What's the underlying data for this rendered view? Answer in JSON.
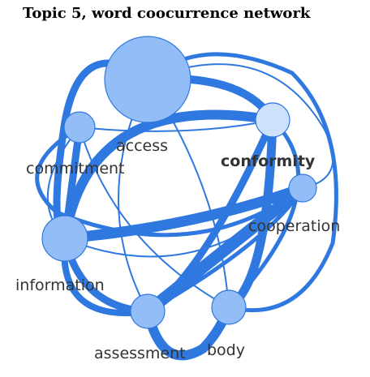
{
  "title": "Topic 5, word coocurrence network",
  "colors": {
    "edge": "#2f78e0",
    "node_fill": "#93bdf6",
    "node_fill_light": "#cfe2fb",
    "node_stroke": "#2f78e0",
    "label": "#333333"
  },
  "nodes": [
    {
      "id": "n1",
      "label": "",
      "emphasis": false
    },
    {
      "id": "n2",
      "label": "access",
      "emphasis": false
    },
    {
      "id": "n3",
      "label": "commitment",
      "emphasis": false
    },
    {
      "id": "n4",
      "label": "conformity",
      "emphasis": true
    },
    {
      "id": "n5",
      "label": "cooperation",
      "emphasis": false
    },
    {
      "id": "n6",
      "label": "information",
      "emphasis": false
    },
    {
      "id": "n7",
      "label": "assessment",
      "emphasis": false
    },
    {
      "id": "n8",
      "label": "body",
      "emphasis": false
    }
  ]
}
